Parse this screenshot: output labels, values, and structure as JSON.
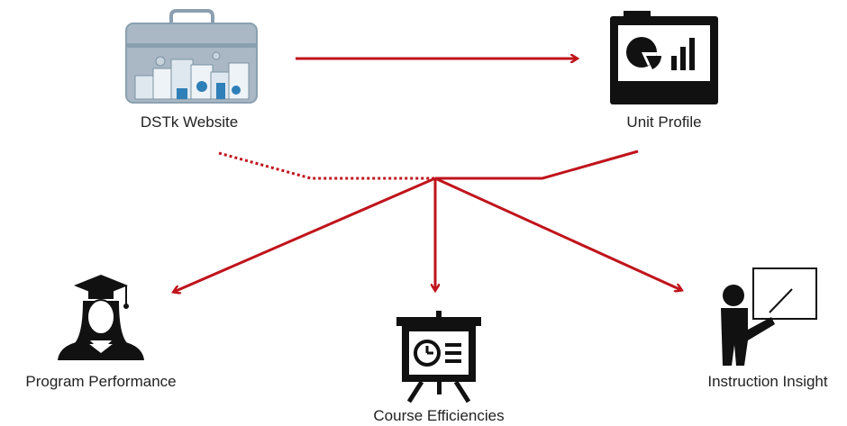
{
  "colors": {
    "arrow": "#c0141c",
    "icon_dark": "#111111",
    "toolbox_fill": "#a9b8c4",
    "toolbox_doc": "#dfe8ef",
    "toolbox_accent": "#2f7fb8"
  },
  "nodes": {
    "dstk_website": {
      "label": "DSTk Website",
      "icon": "toolbox-icon"
    },
    "unit_profile": {
      "label": "Unit Profile",
      "icon": "dashboard-icon"
    },
    "program_performance": {
      "label": "Program Performance",
      "icon": "graduate-icon"
    },
    "course_efficiencies": {
      "label": "Course Efficiencies",
      "icon": "presentation-icon"
    },
    "instruction_insight": {
      "label": "Instruction Insight",
      "icon": "teacher-icon"
    }
  },
  "edges": [
    {
      "from": "DSTk Website",
      "to": "Unit Profile",
      "style": "solid"
    },
    {
      "from": "DSTk Website",
      "to": "hub",
      "style": "dotted"
    },
    {
      "from": "Unit Profile",
      "to": "hub",
      "style": "solid"
    },
    {
      "from": "hub",
      "to": "Program Performance",
      "style": "solid"
    },
    {
      "from": "hub",
      "to": "Course Efficiencies",
      "style": "solid"
    },
    {
      "from": "hub",
      "to": "Instruction Insight",
      "style": "solid"
    }
  ]
}
